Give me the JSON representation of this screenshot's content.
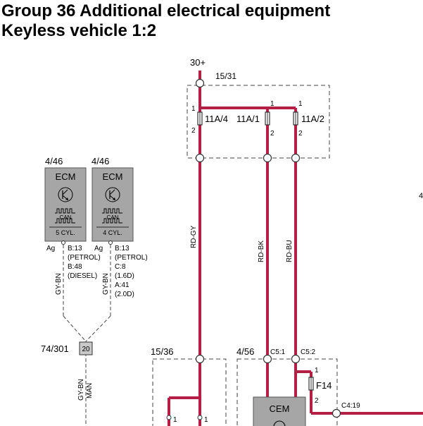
{
  "header": {
    "title": "Group 36 Additional electrical equipment",
    "subtitle": "Keyless vehicle 1:2"
  },
  "diagram": {
    "supply_label": "30+",
    "fusebox_top": {
      "label": "15/31",
      "fuses": [
        "11A/4",
        "11A/1",
        "11A/2"
      ],
      "pin_in": "1",
      "pin_out": "2"
    },
    "ecm_left": {
      "ref": "4/46",
      "name": "ECM",
      "can": "CAN",
      "variant": "5 CYL.",
      "ground": "Ag",
      "pins": [
        "B:13",
        "(PETROL)",
        "B:48",
        "(DIESEL)"
      ],
      "wire": "GY-BN"
    },
    "ecm_right": {
      "ref": "4/46",
      "name": "ECM",
      "can": "CAN",
      "variant": "4 CYL.",
      "ground": "Ag",
      "pins": [
        "B:13",
        "(PETROL)",
        "C:8",
        "(1.6D)",
        "A:41",
        "(2.0D)"
      ],
      "wire": "GY-BN"
    },
    "junction": {
      "ref": "74/301",
      "pin": "20",
      "wire": "GY-BN",
      "wire2": "MAN"
    },
    "wires": {
      "left": "RD-GY",
      "mid": "RD-BK",
      "right": "RD-BU"
    },
    "module_1536": {
      "label": "15/36"
    },
    "cem": {
      "ref": "4/56",
      "name": "CEM",
      "conn1": "C5:1",
      "conn2": "C5:2",
      "fuse": "F14",
      "out": "C4:19",
      "pin1": "1",
      "pin2": "2"
    },
    "colors": {
      "wire_red": "#b41f46",
      "ecm_fill": "#a6a6a6",
      "cem_fill": "#a6a6a6"
    },
    "edge_mark": "4"
  }
}
